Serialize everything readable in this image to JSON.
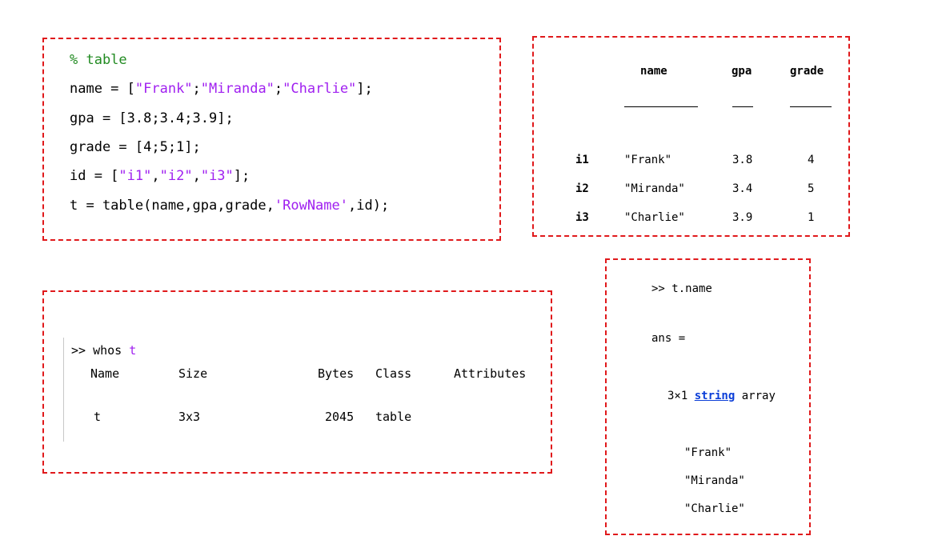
{
  "code_panel": {
    "lines": [
      [
        {
          "t": "% table",
          "c": "cmt"
        }
      ],
      [
        {
          "t": "name = [",
          "c": ""
        },
        {
          "t": "\"Frank\"",
          "c": "str"
        },
        {
          "t": ";",
          "c": ""
        },
        {
          "t": "\"Miranda\"",
          "c": "str"
        },
        {
          "t": ";",
          "c": ""
        },
        {
          "t": "\"Charlie\"",
          "c": "str"
        },
        {
          "t": "];",
          "c": ""
        }
      ],
      [
        {
          "t": "gpa = [3.8;3.4;3.9];",
          "c": ""
        }
      ],
      [
        {
          "t": "grade = [4;5;1];",
          "c": ""
        }
      ],
      [
        {
          "t": "id = [",
          "c": ""
        },
        {
          "t": "\"i1\"",
          "c": "str"
        },
        {
          "t": ",",
          "c": ""
        },
        {
          "t": "\"i2\"",
          "c": "str"
        },
        {
          "t": ",",
          "c": ""
        },
        {
          "t": "\"i3\"",
          "c": "str"
        },
        {
          "t": "];",
          "c": ""
        }
      ],
      [
        {
          "t": "t = table(name,gpa,grade,",
          "c": ""
        },
        {
          "t": "'RowName'",
          "c": "str"
        },
        {
          "t": ",id);",
          "c": ""
        }
      ]
    ]
  },
  "table_panel": {
    "headers": [
      "name",
      "gpa",
      "grade"
    ],
    "rows": [
      {
        "row": "i1",
        "name": "\"Frank\"",
        "gpa": "3.8",
        "grade": "4"
      },
      {
        "row": "i2",
        "name": "\"Miranda\"",
        "gpa": "3.4",
        "grade": "5"
      },
      {
        "row": "i3",
        "name": "\"Charlie\"",
        "gpa": "3.9",
        "grade": "1"
      }
    ]
  },
  "whos_panel": {
    "prompt": ">> whos ",
    "arg": "t",
    "headers": {
      "name": "Name",
      "size": "Size",
      "bytes": "Bytes",
      "class": "Class",
      "attributes": "Attributes"
    },
    "row": {
      "name": "t",
      "size": "3x3",
      "bytes": "2045",
      "class": "table"
    }
  },
  "name_panel": {
    "command": ">> t.name",
    "ans": "ans =",
    "dims": "3×1 ",
    "type_link": "string",
    "array_word": " array",
    "values": [
      "\"Frank\"",
      "\"Miranda\"",
      "\"Charlie\""
    ]
  }
}
